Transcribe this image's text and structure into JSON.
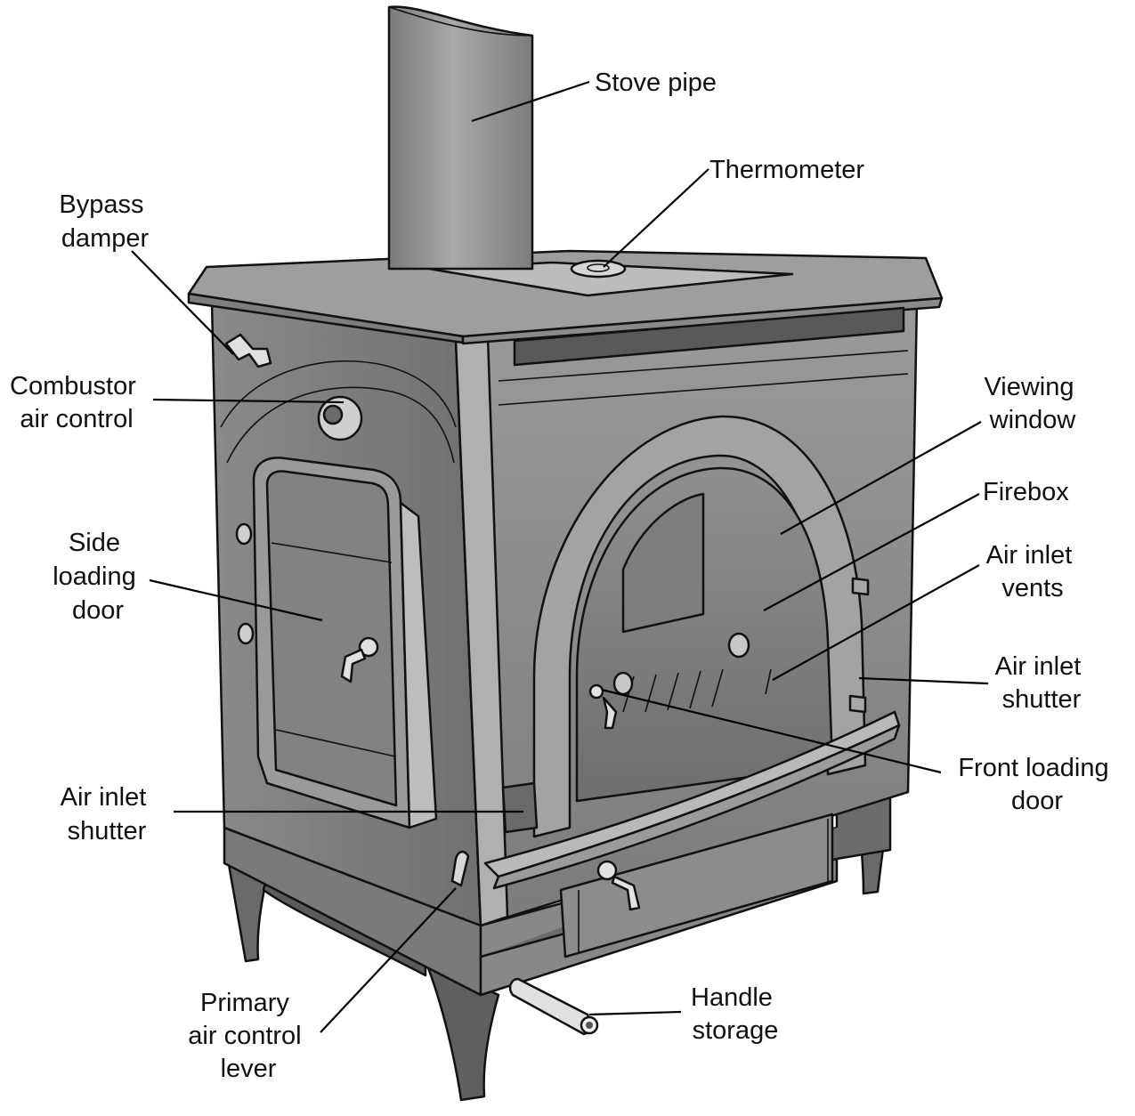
{
  "labels": {
    "stove_pipe": [
      "Stove pipe"
    ],
    "thermometer": [
      "Thermometer"
    ],
    "bypass_damper": [
      "Bypass",
      "damper"
    ],
    "combustor_air_control": [
      "Combustor",
      "air control"
    ],
    "viewing_window": [
      "Viewing",
      "window"
    ],
    "firebox": [
      "Firebox"
    ],
    "air_inlet_vents": [
      "Air inlet",
      "vents"
    ],
    "air_inlet_shutter_right": [
      "Air inlet",
      "shutter"
    ],
    "side_loading_door": [
      "Side",
      "loading",
      "door"
    ],
    "front_loading_door": [
      "Front loading",
      "door"
    ],
    "air_inlet_shutter_left": [
      "Air inlet",
      "shutter"
    ],
    "primary_air_control_lever": [
      "Primary",
      "air control",
      "lever"
    ],
    "handle_storage": [
      "Handle",
      "storage"
    ]
  },
  "colors": {
    "background": "#ffffff",
    "line": "#000000",
    "body_dark": "#6f6f6f",
    "body_mid": "#8c8c8c",
    "body_light": "#b5b5b5",
    "highlight": "#d9d9d9"
  }
}
